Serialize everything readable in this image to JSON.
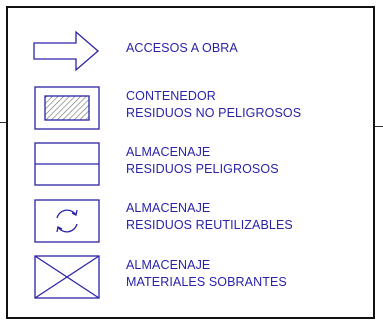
{
  "colors": {
    "frame": "#111111",
    "symbol_stroke": "#2a23a8",
    "text": "#2a23a8",
    "hatch": "#6a6a6a"
  },
  "legend": {
    "items": [
      {
        "icon": "arrow-icon",
        "lines": [
          "ACCESOS A OBRA"
        ]
      },
      {
        "icon": "hatched-container-icon",
        "lines": [
          "CONTENEDOR",
          "RESIDUOS NO PELIGROSOS"
        ]
      },
      {
        "icon": "split-box-icon",
        "lines": [
          "ALMACENAJE",
          "RESIDUOS PELIGROSOS"
        ]
      },
      {
        "icon": "recycle-icon",
        "lines": [
          "ALMACENAJE",
          "RESIDUOS REUTILIZABLES"
        ]
      },
      {
        "icon": "crossed-box-icon",
        "lines": [
          "ALMACENAJE",
          "MATERIALES SOBRANTES"
        ]
      }
    ]
  }
}
